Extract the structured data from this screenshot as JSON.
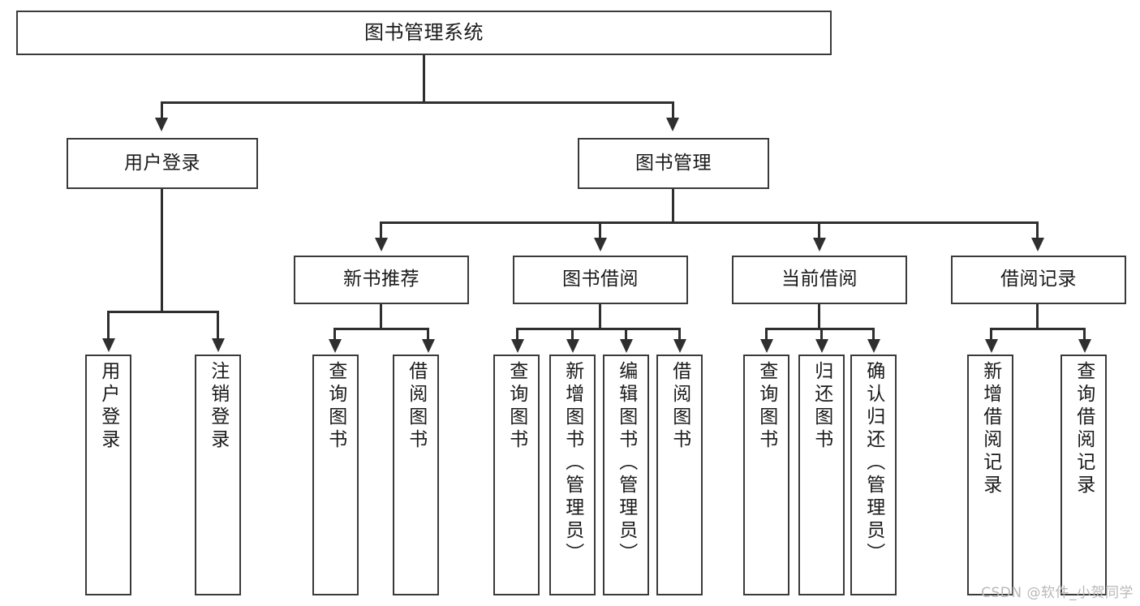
{
  "diagram": {
    "type": "tree",
    "title": "图书管理系统",
    "root": {
      "label": "图书管理系统"
    },
    "level2": [
      {
        "label": "用户登录"
      },
      {
        "label": "图书管理"
      }
    ],
    "level3": [
      {
        "label": "新书推荐"
      },
      {
        "label": "图书借阅"
      },
      {
        "label": "当前借阅"
      },
      {
        "label": "借阅记录"
      }
    ],
    "leaves_user_login": [
      {
        "label": "用户登录"
      },
      {
        "label": "注销登录"
      }
    ],
    "leaves_new_book": [
      {
        "label": "查询图书"
      },
      {
        "label": "借阅图书"
      }
    ],
    "leaves_borrow": [
      {
        "label": "查询图书"
      },
      {
        "label": "新增图书（管理员）"
      },
      {
        "label": "编辑图书（管理员）"
      },
      {
        "label": "借阅图书"
      }
    ],
    "leaves_current": [
      {
        "label": "查询图书"
      },
      {
        "label": "归还图书"
      },
      {
        "label": "确认归还（管理员）"
      }
    ],
    "leaves_record": [
      {
        "label": "新增借阅记录"
      },
      {
        "label": "查询借阅记录"
      }
    ]
  },
  "watermark": {
    "text": "CSDN @软件_小贺同学"
  },
  "colors": {
    "box_border": "#3a3a3a",
    "connector": "#2f2f2f",
    "background": "#ffffff",
    "watermark": "#b8b8b8"
  }
}
